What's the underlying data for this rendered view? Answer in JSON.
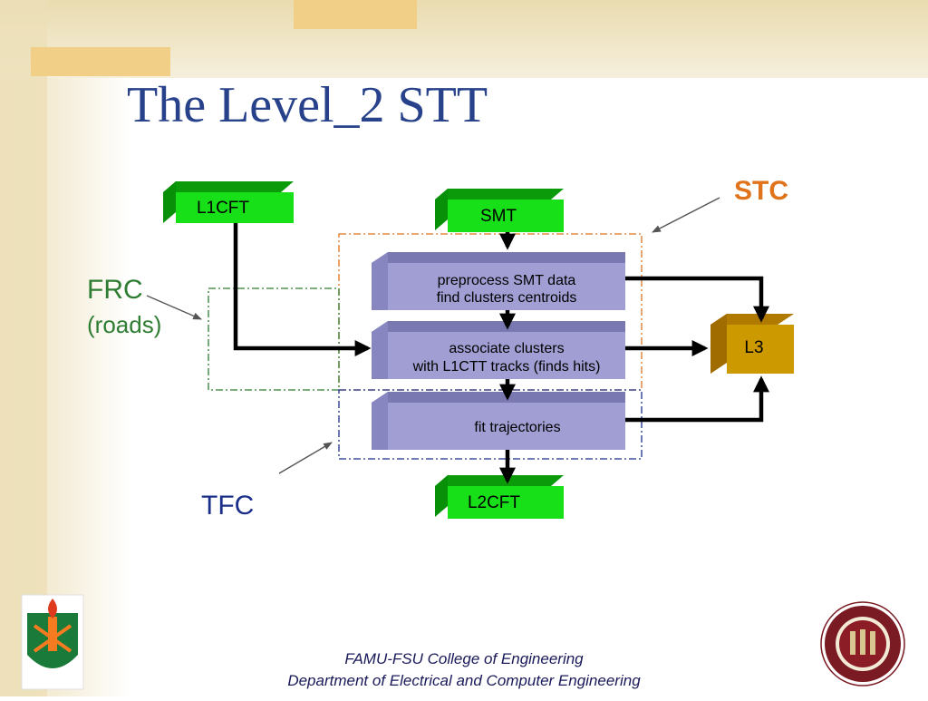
{
  "slide": {
    "title": "The Level_2 STT"
  },
  "diagram": {
    "inputs": {
      "l1cft": "L1CFT",
      "smt": "SMT"
    },
    "output": "L2CFT",
    "l3": "L3",
    "process_boxes": [
      {
        "line1": "preprocess SMT data",
        "line2": "find clusters centroids"
      },
      {
        "line1": "associate clusters",
        "line2": "with L1CTT tracks (finds hits)"
      },
      {
        "line1": "fit trajectories"
      }
    ],
    "regions": {
      "stc": "STC",
      "frc_main": "FRC",
      "frc_sub": "(roads)",
      "tfc": "TFC"
    }
  },
  "footer": {
    "line1": "FAMU-FSU College of Engineering",
    "line2": "Department of Electrical and Computer Engineering"
  },
  "colors": {
    "title": "#27428a",
    "green_box": "#18e018",
    "process_box": "#a09ed2",
    "l3_box": "#cc9900",
    "stc_label": "#e0741c",
    "frc_label": "#2e7d32",
    "tfc_label": "#1a2f8a"
  }
}
